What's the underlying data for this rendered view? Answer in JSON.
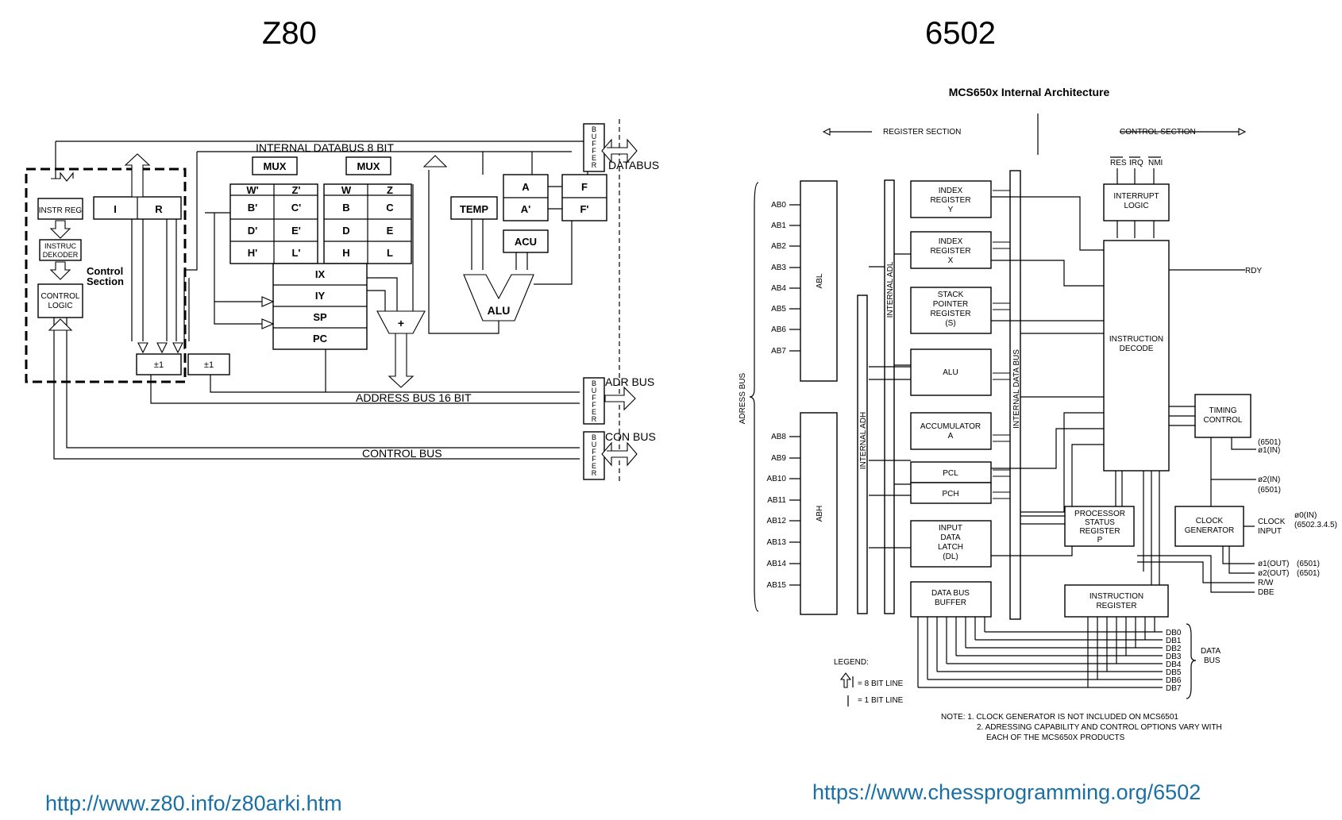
{
  "left": {
    "title": "Z80",
    "url": "http://www.z80.info/z80arki.htm",
    "diagram": {
      "internal_databus": "INTERNAL DATABUS 8 BIT",
      "address_bus_label": "ADDRESS BUS 16 BIT",
      "control_bus_label": "CONTROL BUS",
      "databus": "DATABUS",
      "adr_bus": "ADR BUS",
      "con_bus": "CON BUS",
      "buffer_letters": [
        "B",
        "U",
        "F",
        "F",
        "E",
        "R"
      ],
      "mux": "MUX",
      "instr_reg": "INSTR REG",
      "instruc": "INSTRUC",
      "dekoder": "DEKODER",
      "control": "CONTROL",
      "logic": "LOGIC",
      "control_section_1": "Control",
      "control_section_2": "Section",
      "reg_i": "I",
      "reg_r": "R",
      "alt_regs": [
        "W'",
        "Z'",
        "B'",
        "C'",
        "D'",
        "E'",
        "H'",
        "L'"
      ],
      "main_regs": [
        "W",
        "Z",
        "B",
        "C",
        "D",
        "E",
        "H",
        "L"
      ],
      "index_regs": [
        "IX",
        "IY",
        "SP",
        "PC"
      ],
      "temp": "TEMP",
      "reg_a": "A",
      "reg_a_alt": "A'",
      "reg_f": "F",
      "reg_f_alt": "F'",
      "acu": "ACU",
      "alu": "ALU",
      "plus": "+",
      "inc": "±1"
    }
  },
  "right": {
    "title": "6502",
    "url": "https://www.chessprogramming.org/6502",
    "diagram": {
      "heading": "MCS650x Internal Architecture",
      "register_section": "REGISTER SECTION",
      "control_section": "CONTROL SECTION",
      "res": "RES",
      "irq": "IRQ",
      "nmi": "NMI",
      "interrupt": "INTERRUPT",
      "logic": "LOGIC",
      "rdy": "RDY",
      "abl": "ABL",
      "abh": "ABH",
      "ab_low": [
        "AB0",
        "AB1",
        "AB2",
        "AB3",
        "AB4",
        "AB5",
        "AB6",
        "AB7"
      ],
      "ab_high": [
        "AB8",
        "AB9",
        "AB10",
        "AB11",
        "AB12",
        "AB13",
        "AB14",
        "AB15"
      ],
      "adress_bus": "ADRESS BUS",
      "internal_adl": "INTERNAL ADL",
      "internal_adh": "INTERNAL ADH",
      "internal_data_bus": "INTERNAL DATA BUS",
      "index_y": [
        "INDEX",
        "REGISTER",
        "Y"
      ],
      "index_x": [
        "INDEX",
        "REGISTER",
        "X"
      ],
      "stack": [
        "STACK",
        "POINTER",
        "REGISTER",
        "(S)"
      ],
      "alu": "ALU",
      "accumulator": [
        "ACCUMULATOR",
        "A"
      ],
      "pcl": "PCL",
      "pch": "PCH",
      "input_latch": [
        "INPUT",
        "DATA",
        "LATCH",
        "(DL)"
      ],
      "data_bus_buffer": [
        "DATA BUS",
        "BUFFER"
      ],
      "instruction_decode": [
        "INSTRUCTION",
        "DECODE"
      ],
      "timing": [
        "TIMING",
        "CONTROL"
      ],
      "processor_status": [
        "PROCESSOR",
        "STATUS",
        "REGISTER",
        "P"
      ],
      "clock_gen": [
        "CLOCK",
        "GENERATOR"
      ],
      "clock_input": [
        "CLOCK",
        "INPUT"
      ],
      "instruction_register": [
        "INSTRUCTION",
        "REGISTER"
      ],
      "phi1_in": "ø1(IN)",
      "phi2_in": "ø2(IN)",
      "phi0_in": "ø0(IN)",
      "p6501a": "(6501)",
      "p6501b": "(6501)",
      "p65023": "(6502.3.4.5)",
      "phi1_out": "ø1(OUT)",
      "phi2_out": "ø2(OUT)",
      "o6501a": "(6501)",
      "o6501b": "(6501)",
      "rw": "R/W",
      "dbe": "DBE",
      "db": [
        "DB0",
        "DB1",
        "DB2",
        "DB3",
        "DB4",
        "DB5",
        "DB6",
        "DB7"
      ],
      "data_bus_1": "DATA",
      "data_bus_2": "BUS",
      "legend": "LEGEND:",
      "legend_8bit": "= 8 BIT LINE",
      "legend_1bit": "= 1 BIT LINE",
      "note_1": "NOTE:  1. CLOCK GENERATOR IS NOT INCLUDED ON MCS6501",
      "note_2": "2. ADRESSING CAPABILITY AND CONTROL OPTIONS VARY WITH",
      "note_3": "EACH OF THE MCS650X PRODUCTS"
    }
  }
}
